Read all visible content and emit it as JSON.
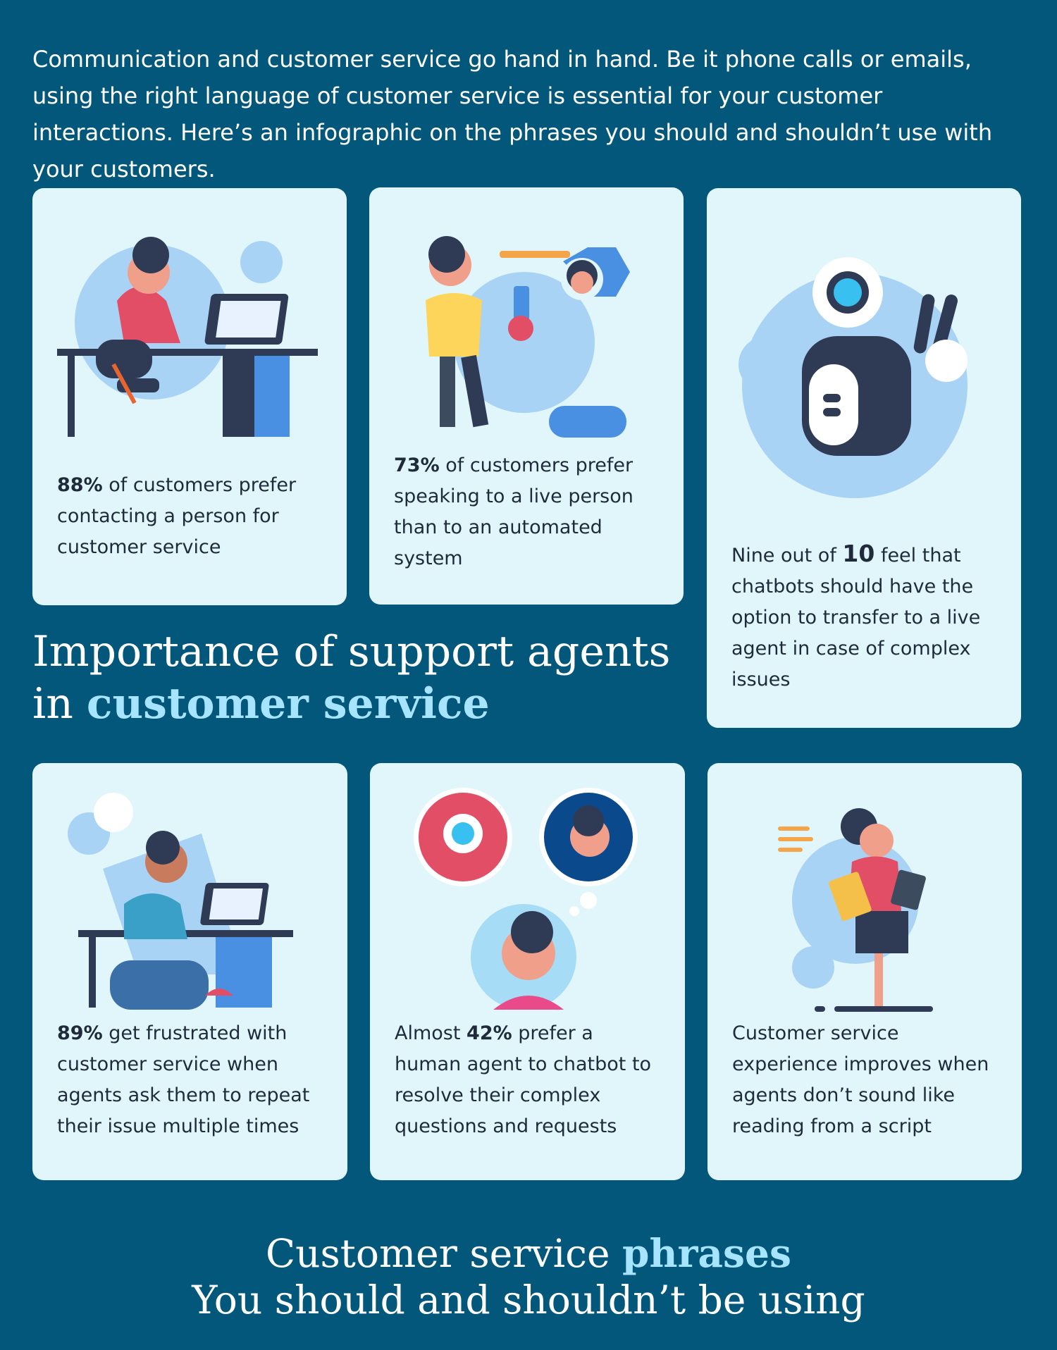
{
  "intro": "Communication and customer service go hand in hand. Be it phone calls or emails, using the right language of customer service is essential for your customer interactions. Here’s an infographic on the phrases you should and shouldn’t use with your customers.",
  "section_title": {
    "line1": "Importance of support agents",
    "line2_plain": "in ",
    "line2_highlight": "customer service"
  },
  "cards": [
    {
      "illustration": "person-at-desk-laptop",
      "bold": "88%",
      "text": " of customers prefer contacting a person for customer service"
    },
    {
      "illustration": "person-video-call-agent",
      "bold": "73%",
      "text": " of customers prefer speaking to a live person than to an automated system"
    },
    {
      "illustration": "robot-peace-sign",
      "pre": "Nine out of ",
      "bold": "10",
      "text": " feel that chatbots should have the option to transfer to a live agent in case of complex issues"
    },
    {
      "illustration": "frustrated-person-at-desk",
      "bold": "89%",
      "text": " get frustrated with customer service when agents ask them to repeat their issue multiple times"
    },
    {
      "illustration": "person-choosing-bot-or-human",
      "pre": "Almost ",
      "bold": "42%",
      "text": " prefer a human agent to chatbot to resolve their complex questions and requests"
    },
    {
      "illustration": "woman-with-folders",
      "text": "Customer service experience improves when agents don’t sound like reading from a script"
    }
  ],
  "bottom_title": {
    "line1_plain": "Customer service ",
    "line1_highlight": "phrases",
    "line2": "You should and shouldn’t be using"
  },
  "colors": {
    "background": "#03577a",
    "card": "#e0f6fb",
    "highlight": "#a6e4ff"
  }
}
